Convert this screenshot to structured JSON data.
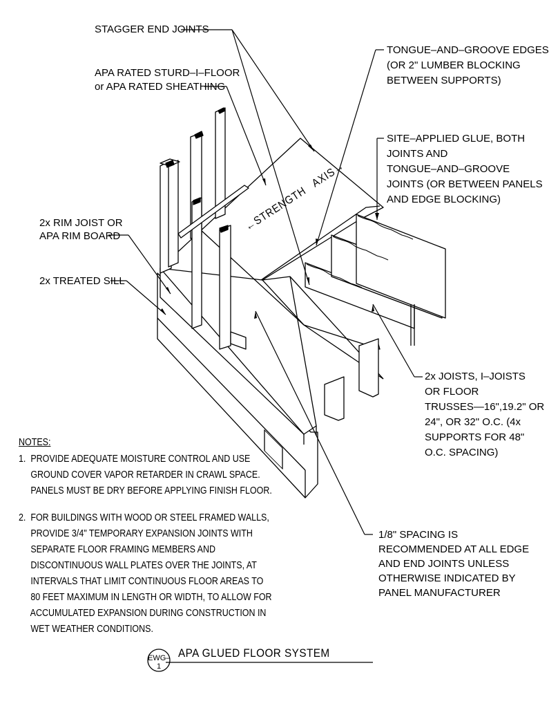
{
  "labels": {
    "stagger": "STAGGER END JOINTS",
    "apa_rated_1": "APA RATED STURD–I–FLOOR",
    "apa_rated_2": "or APA RATED SHEATHING",
    "tongue_1": "TONGUE–AND–GROOVE EDGES",
    "tongue_2": "(OR 2\" LUMBER BLOCKING",
    "tongue_3": "BETWEEN SUPPORTS)",
    "glue_1": "SITE–APPLIED GLUE, BOTH",
    "glue_2": "JOINTS AND",
    "glue_3": "TONGUE–AND–GROOVE",
    "glue_4": "JOINTS (OR BETWEEN PANELS",
    "glue_5": "AND EDGE BLOCKING)",
    "rim_1": "2x RIM JOIST OR",
    "rim_2": "APA RIM BOARD",
    "sill": "2x TREATED SILL",
    "joists_1": "2x JOISTS, I–JOISTS",
    "joists_2": "OR FLOOR",
    "joists_3": "TRUSSES—16\",19.2\" OR",
    "joists_4": "24\", OR 32\" O.C. (4x",
    "joists_5": "SUPPORTS FOR 48\"",
    "joists_6": "O.C. SPACING)",
    "spacing_1": "1/8\" SPACING IS",
    "spacing_2": "RECOMMENDED AT ALL EDGE",
    "spacing_3": "AND END JOINTS UNLESS",
    "spacing_4": "OTHERWISE INDICATED BY",
    "spacing_5": "PANEL MANUFACTURER",
    "strength_axis": "←STRENGTH   AXIS→"
  },
  "notes": {
    "heading": "NOTES:",
    "n1_1": "1.  PROVIDE ADEQUATE MOISTURE CONTROL AND USE",
    "n1_2": "     GROUND COVER VAPOR RETARDER IN CRAWL SPACE.",
    "n1_3": "     PANELS MUST BE DRY BEFORE APPLYING FINISH FLOOR.",
    "n2_1": "2.  FOR BUILDINGS WITH WOOD OR STEEL FRAMED WALLS,",
    "n2_2": "     PROVIDE 3/4\" TEMPORARY EXPANSION JOINTS WITH",
    "n2_3": "     SEPARATE FLOOR FRAMING MEMBERS AND",
    "n2_4": "     DISCONTINUOUS WALL PLATES OVER THE JOINTS, AT",
    "n2_5": "     INTERVALS THAT LIMIT CONTINUOUS FLOOR AREAS TO",
    "n2_6": "     80 FEET MAXIMUM IN LENGTH OR WIDTH, TO ALLOW FOR",
    "n2_7": "     ACCUMULATED EXPANSION DURING CONSTRUCTION IN",
    "n2_8": "     WET WEATHER CONDITIONS."
  },
  "title_block": {
    "tag": "EWG–1",
    "title": "APA GLUED FLOOR SYSTEM"
  }
}
